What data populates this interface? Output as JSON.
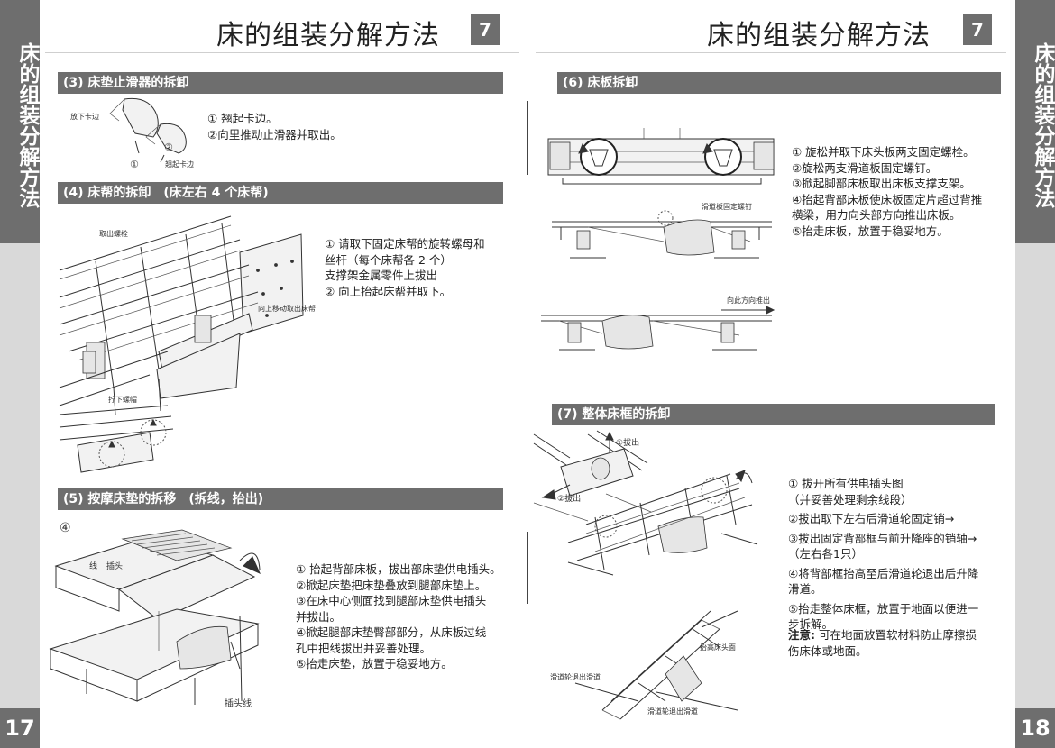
{
  "page_title": "床的组装分解方法",
  "chapter_number": "7",
  "sidebar_title": "床的组装分解方法",
  "left_page_number": "17",
  "right_page_number": "18",
  "sections": {
    "s3": {
      "title": "(3) 床垫止滑器的拆卸",
      "steps": [
        "① 翘起卡边。",
        "②向里推动止滑器并取出。"
      ],
      "labels": {
        "put_down_edge": "放下卡边",
        "lift_edge": "翘起卡边",
        "num1": "①",
        "num2": "②"
      }
    },
    "s4": {
      "title": "(4) 床帮的拆卸　(床左右 4 个床帮)",
      "steps": [
        "① 请取下固定床帮的旋转螺母和",
        "丝杆（每个床帮各 2 个）",
        "支撑架金属零件上拔出",
        "② 向上抬起床帮并取下。"
      ],
      "labels": {
        "remove_bolt": "取出螺栓",
        "lift_out": "向上移动取出床帮",
        "unscrew_nut": "拧下螺帽"
      }
    },
    "s5": {
      "title": "(5) 按摩床垫的拆移　(拆线，抬出)",
      "figure_number": "④",
      "steps": [
        "① 抬起背部床板，拔出部床垫供电插头。",
        "②掀起床垫把床垫叠放到腿部床垫上。",
        "③在床中心侧面找到腿部床垫供电插头",
        "并拔出。",
        "④掀起腿部床垫臀部部分，从床板过线",
        "孔中把线拔出并妥善处理。",
        "⑤抬走床垫，放置于稳妥地方。"
      ],
      "labels": {
        "wire": "线",
        "plug": "插头",
        "plug_wire": "插头线"
      }
    },
    "s6": {
      "title": "(6) 床板拆卸",
      "steps": [
        "① 旋松并取下床头板两支固定螺栓。",
        "②旋松两支滑道板固定螺钉。",
        "③掀起脚部床板取出床板支撑支架。",
        "④抬起背部床板使床板固定片超过背推",
        "横梁，用力向头部方向推出床板。",
        "⑤抬走床板，放置于稳妥地方。"
      ],
      "labels": {
        "slide_screw": "滑道板固定螺钉",
        "push_out": "向此方向推出"
      }
    },
    "s7": {
      "title": "(7) 整体床框的拆卸",
      "steps": [
        "① 拔开所有供电插头图",
        "（并妥善处理剩余线段）",
        "②拔出取下左右后滑道轮固定销→",
        "③拔出固定背部框与前升降座的销轴→",
        "（左右各1只）",
        "④将背部框抬高至后滑道轮退出后升降",
        "滑道。",
        "⑤抬走整体床框，放置于地面以便进一",
        "步拆解。"
      ],
      "note_label": "注意:",
      "note_lines": [
        "可在地面放置软材料防止摩擦损",
        "伤床体或地面。"
      ],
      "labels": {
        "pull_out_1": "①拔出",
        "pull_out_2": "②拔出",
        "lift_head": "抬高床头面",
        "slide_exit_1": "滑道轮退出滑道",
        "slide_exit_2": "滑道轮退出滑道"
      }
    }
  },
  "colors": {
    "bar": "#6e6e6e",
    "sidebar": "#d9d9d9",
    "text": "#222222"
  }
}
